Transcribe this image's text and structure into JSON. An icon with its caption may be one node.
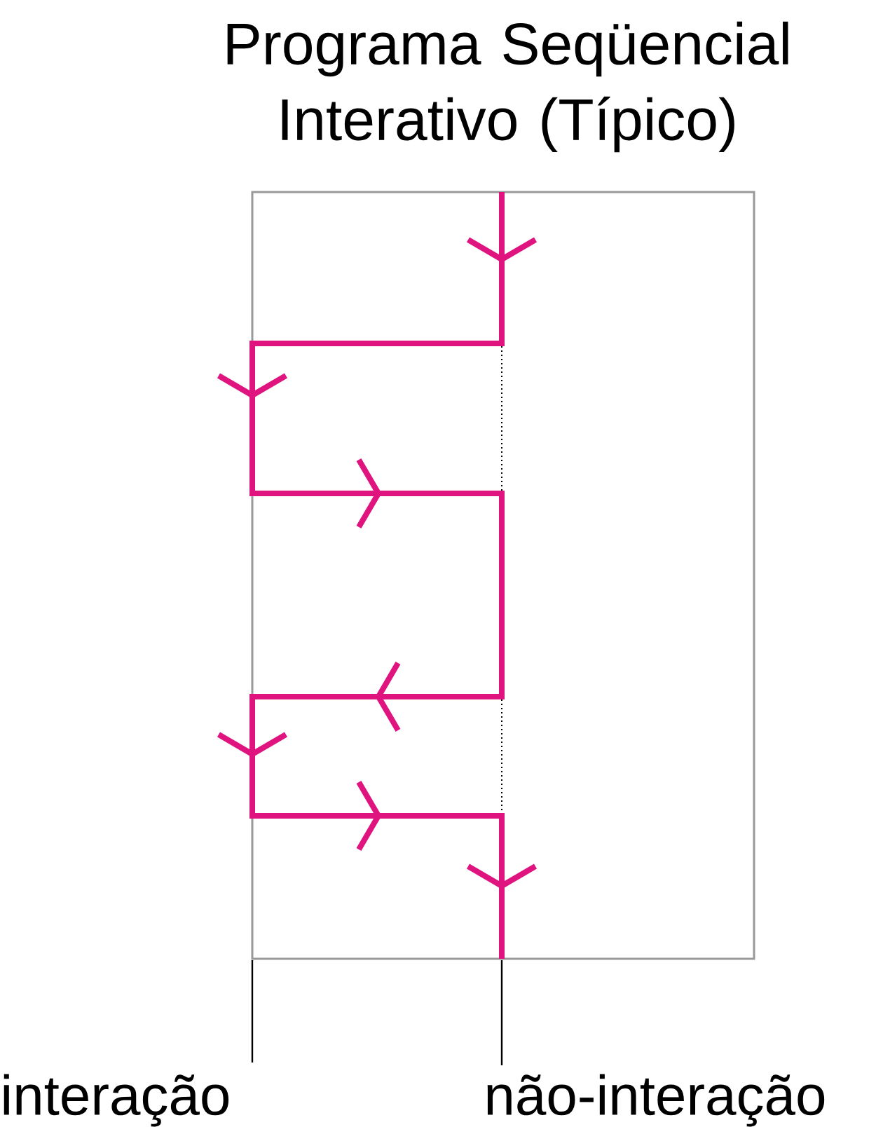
{
  "diagram": {
    "title": "Programa Seqüencial Interativo (Típico)",
    "labels": [
      "interação",
      "não-interação"
    ]
  }
}
